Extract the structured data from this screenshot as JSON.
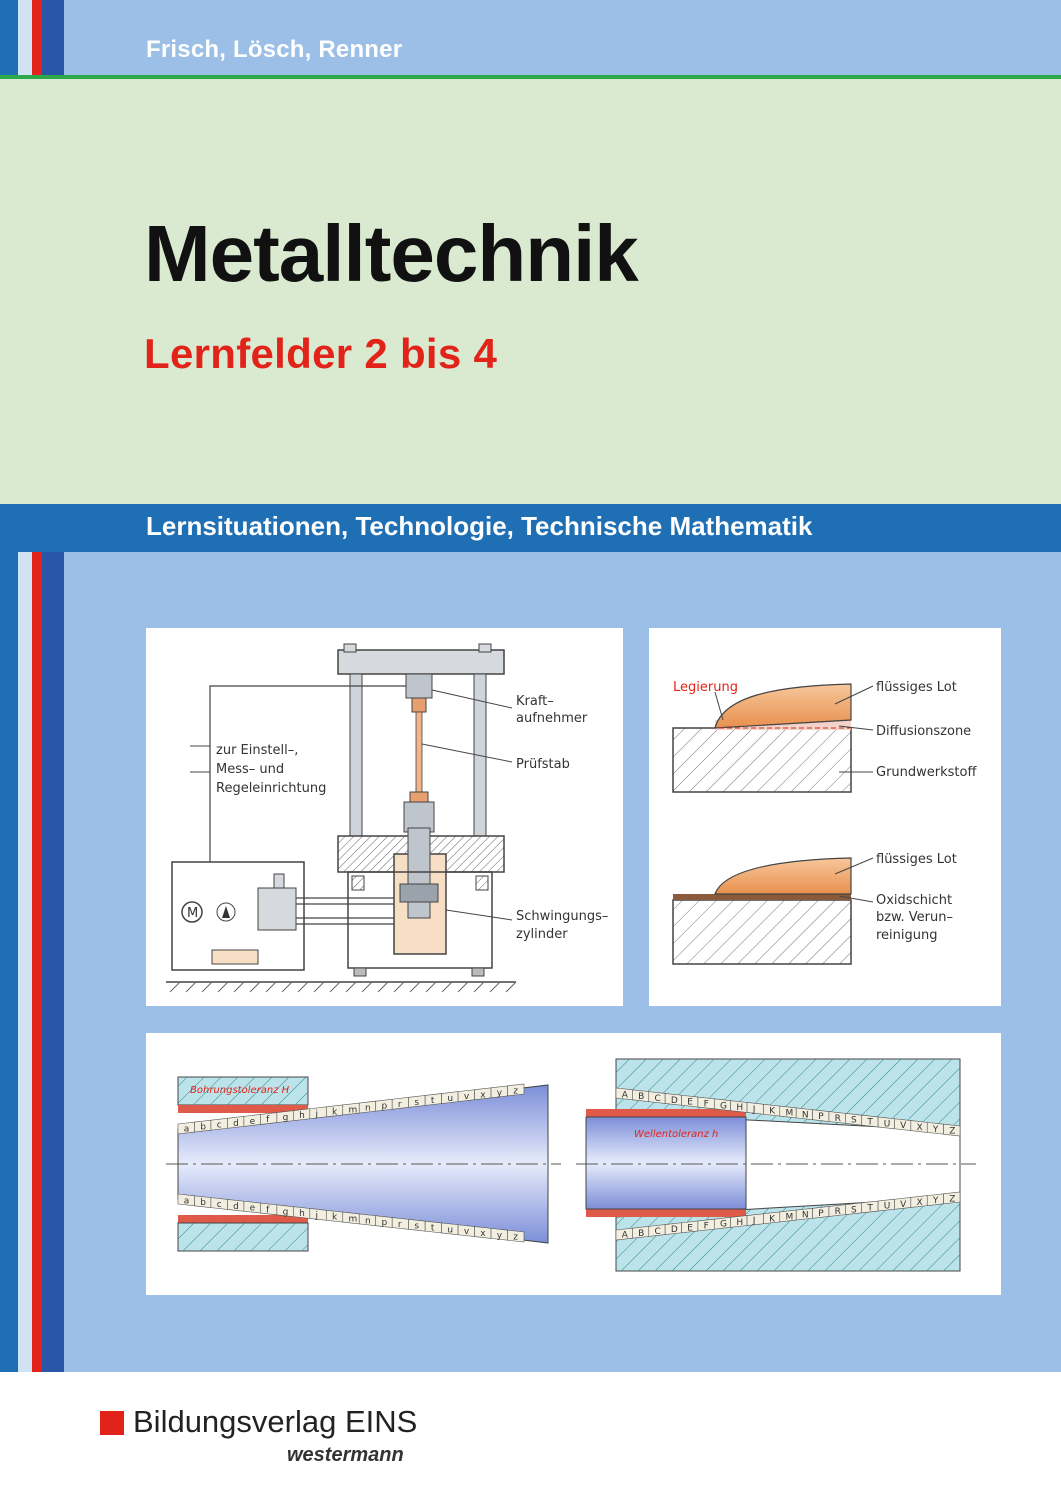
{
  "cover": {
    "authors": "Frisch, Lösch, Renner",
    "title": "Metalltechnik",
    "subtitle": "Lernfelder 2 bis 4",
    "series": "Lernsituationen, Technologie, Technische Mathematik"
  },
  "figure_press": {
    "label_control_1": "zur Einstell–,",
    "label_control_2": "Mess– und",
    "label_control_3": "Regeleinrichtung",
    "label_force_1": "Kraft–",
    "label_force_2": "aufnehmer",
    "label_specimen": "Prüfstab",
    "label_cylinder_1": "Schwingungs–",
    "label_cylinder_2": "zylinder",
    "label_motor": "M"
  },
  "figure_solder": {
    "label_alloy": "Legierung",
    "label_liquid_1": "flüssiges Lot",
    "label_diffusion": "Diffusionszone",
    "label_base": "Grundwerkstoff",
    "label_liquid_2": "flüssiges Lot",
    "label_oxide_1": "Oxidschicht",
    "label_oxide_2": "bzw. Verun–",
    "label_oxide_3": "reinigung"
  },
  "figure_tolerance": {
    "label_hole": "Bohrungstoleranz H",
    "label_shaft": "Wellentoleranz h",
    "lower_letters": [
      "a",
      "b",
      "c",
      "d",
      "e",
      "f",
      "g",
      "h",
      "j",
      "k",
      "m",
      "n",
      "p",
      "r",
      "s",
      "t",
      "u",
      "v",
      "x",
      "y",
      "z"
    ],
    "upper_letters": [
      "A",
      "B",
      "C",
      "D",
      "E",
      "F",
      "G",
      "H",
      "J",
      "K",
      "M",
      "N",
      "P",
      "R",
      "S",
      "T",
      "U",
      "V",
      "X",
      "Y",
      "Z"
    ]
  },
  "publisher": {
    "name": "Bildungsverlag EINS",
    "sub": "westermann"
  },
  "colors": {
    "top_band": "#9bbfe6",
    "title_band": "#d9ead0",
    "series_band": "#1f6fb5",
    "accent_red": "#e2231a",
    "accent_green": "#2da84a"
  }
}
